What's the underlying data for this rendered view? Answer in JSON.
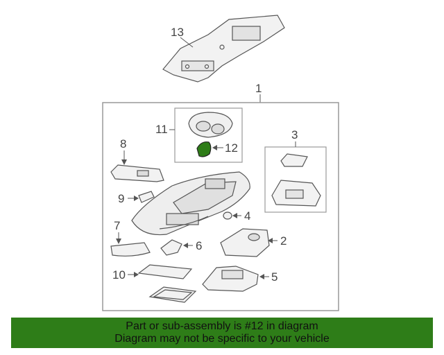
{
  "callouts": {
    "c1": "1",
    "c2": "2",
    "c3": "3",
    "c4": "4",
    "c5": "5",
    "c6": "6",
    "c7": "7",
    "c8": "8",
    "c9": "9",
    "c10": "10",
    "c11": "11",
    "c12": "12",
    "c13": "13"
  },
  "highlight_part": "12",
  "colors": {
    "highlight": "#2e7d18",
    "banner_bg": "#2e7d18",
    "line": "#555555",
    "frame": "#999999"
  },
  "banner": {
    "line1": "Part or sub-assembly is #12 in diagram",
    "line2": "Diagram may not be specific to your vehicle"
  }
}
